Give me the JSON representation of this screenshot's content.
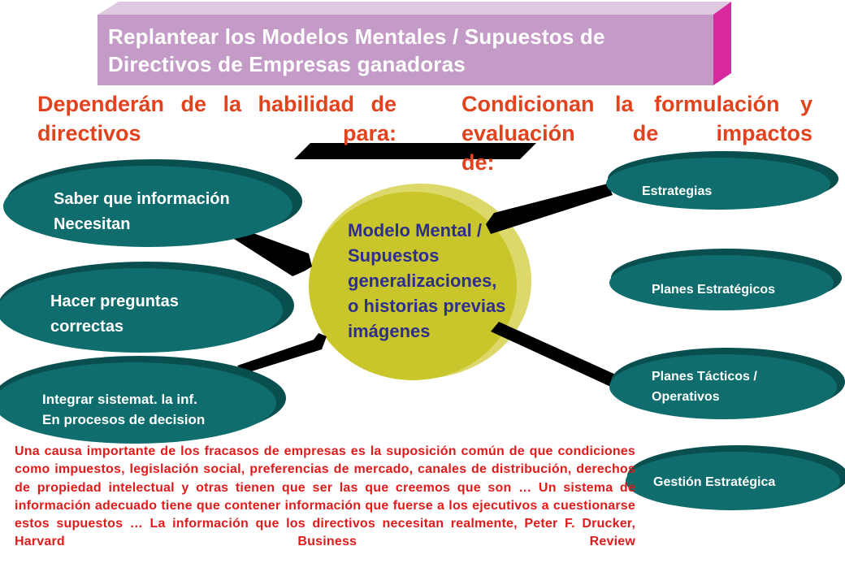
{
  "title": "Replantear los Modelos Mentales / Supuestos de Directivos de Empresas ganadoras",
  "left_heading": "Dependerán de la habilidad de directivos para:",
  "right_heading": {
    "line1": "Condicionan la formulación",
    "line2": "y evaluación de impactos",
    "line3": "de:"
  },
  "center": {
    "line1": "Modelo Mental /",
    "line2": "Supuestos",
    "line3": "generalizaciones,",
    "line4": "o historias previas",
    "line5": "imágenes"
  },
  "left_ovals": [
    {
      "line1": "Saber que información",
      "line2": "Necesitan"
    },
    {
      "line1": "Hacer preguntas",
      "line2": "correctas"
    },
    {
      "line1": "Integrar sistemat. la inf.",
      "line2": "En procesos de decision"
    }
  ],
  "right_ovals": [
    {
      "line1": "Estrategias"
    },
    {
      "line1": "Planes Estratégicos"
    },
    {
      "line1": "Planes Tácticos /",
      "line2": "Operativos"
    },
    {
      "line1": "Gestión Estratégica"
    }
  ],
  "quote": "Una causa importante de los fracasos de empresas es la suposición común de que condiciones como impuestos, legislación social, preferencias de mercado, canales de distribución, derechos de propiedad intelectual y otras tienen que ser las que creemos que son … Un sistema de información adecuado tiene que contener información que fuerse a los ejecutivos a cuestionarse estos supuestos … La información que los directivos necesitan realmente, Peter F. Drucker, Harvard Business Review",
  "colors": {
    "title_box": "#c39bc6",
    "title_box_side": "#d7299d",
    "heading_red": "#e0431e",
    "oval_teal": "#0f6d6d",
    "oval_teal_dark": "#0a4f4f",
    "center_yellow": "#c9c62b",
    "center_text": "#2e2e8e",
    "quote_red": "#e01b1b"
  }
}
